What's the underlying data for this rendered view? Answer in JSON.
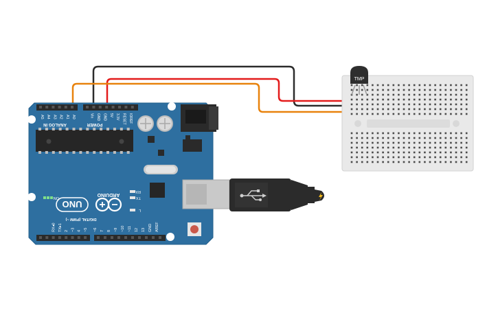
{
  "board": {
    "brand": "ARDUINO",
    "model": "UNO",
    "analog_header_label": "ANALOG IN",
    "power_header_label": "POWER",
    "digital_header_label": "DIGITAL (PWM ~)",
    "on_label": "ON",
    "tx_label": "TX",
    "rx_label": "RX",
    "l_label": "L",
    "analog_pins": [
      "A0",
      "A1",
      "A2",
      "A3",
      "A4",
      "A5"
    ],
    "power_pins": [
      "IOREF",
      "RESET",
      "3.3V",
      "5V",
      "GND",
      "GND",
      "Vin"
    ],
    "digital_pins": [
      "AREF",
      "GND",
      "13",
      "12",
      "~11",
      "~10",
      "~9",
      "8",
      "7",
      "~6",
      "~5",
      "4",
      "~3",
      "2",
      "TX▸1",
      "RX◂0"
    ]
  },
  "sensor": {
    "label": "TMP"
  },
  "colors": {
    "board": "#2e6fa0",
    "board_dark": "#1f5580",
    "header": "#2a2a2a",
    "breadboard": "#e9e9e9",
    "wire_black": "#2b2b2b",
    "wire_red": "#e31b1b",
    "wire_orange": "#e8820c",
    "usb_plug": "#2b2b2b",
    "reset_button": "#c9584a"
  }
}
